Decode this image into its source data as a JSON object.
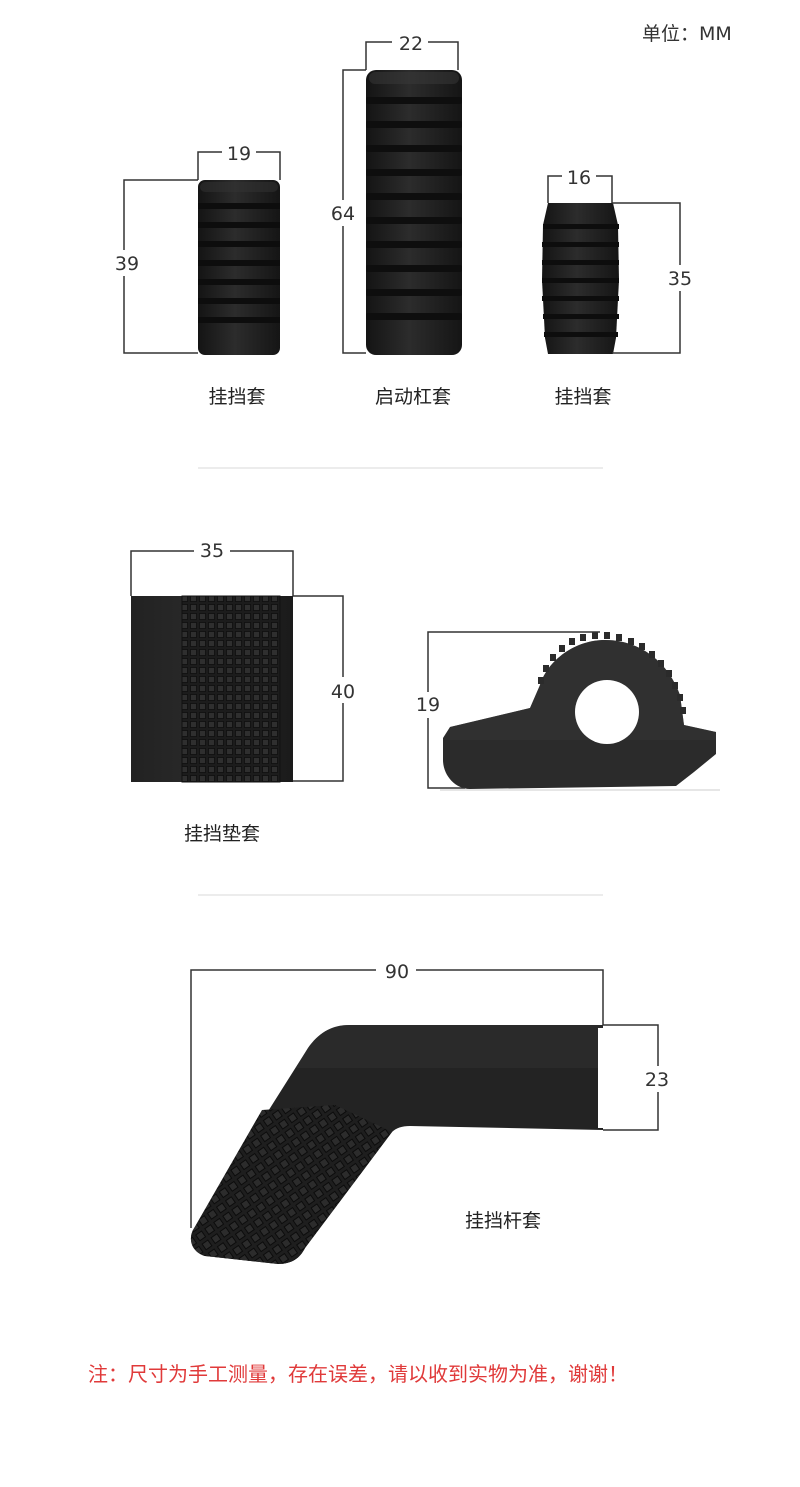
{
  "unit_label": "单位：MM",
  "colors": {
    "rubber": "#1f1f1f",
    "rubber_dark": "#141414",
    "note": "#e03a3a",
    "line": "#333333"
  },
  "parts": {
    "shift_sleeve_small": {
      "width": "19",
      "height": "39",
      "label": "挂挡套"
    },
    "kick_sleeve": {
      "width": "22",
      "height": "64",
      "label": "启动杠套"
    },
    "shift_sleeve_barrel": {
      "width": "16",
      "height": "35",
      "label": "挂挡套"
    },
    "shift_pad": {
      "width": "35",
      "height": "40",
      "label": "挂挡垫套"
    },
    "shift_pad_side": {
      "height": "19"
    },
    "shift_lever_cover": {
      "width": "90",
      "height": "23",
      "label": "挂挡杆套"
    }
  },
  "note": "注：尺寸为手工测量，存在误差，请以收到实物为准，谢谢！"
}
